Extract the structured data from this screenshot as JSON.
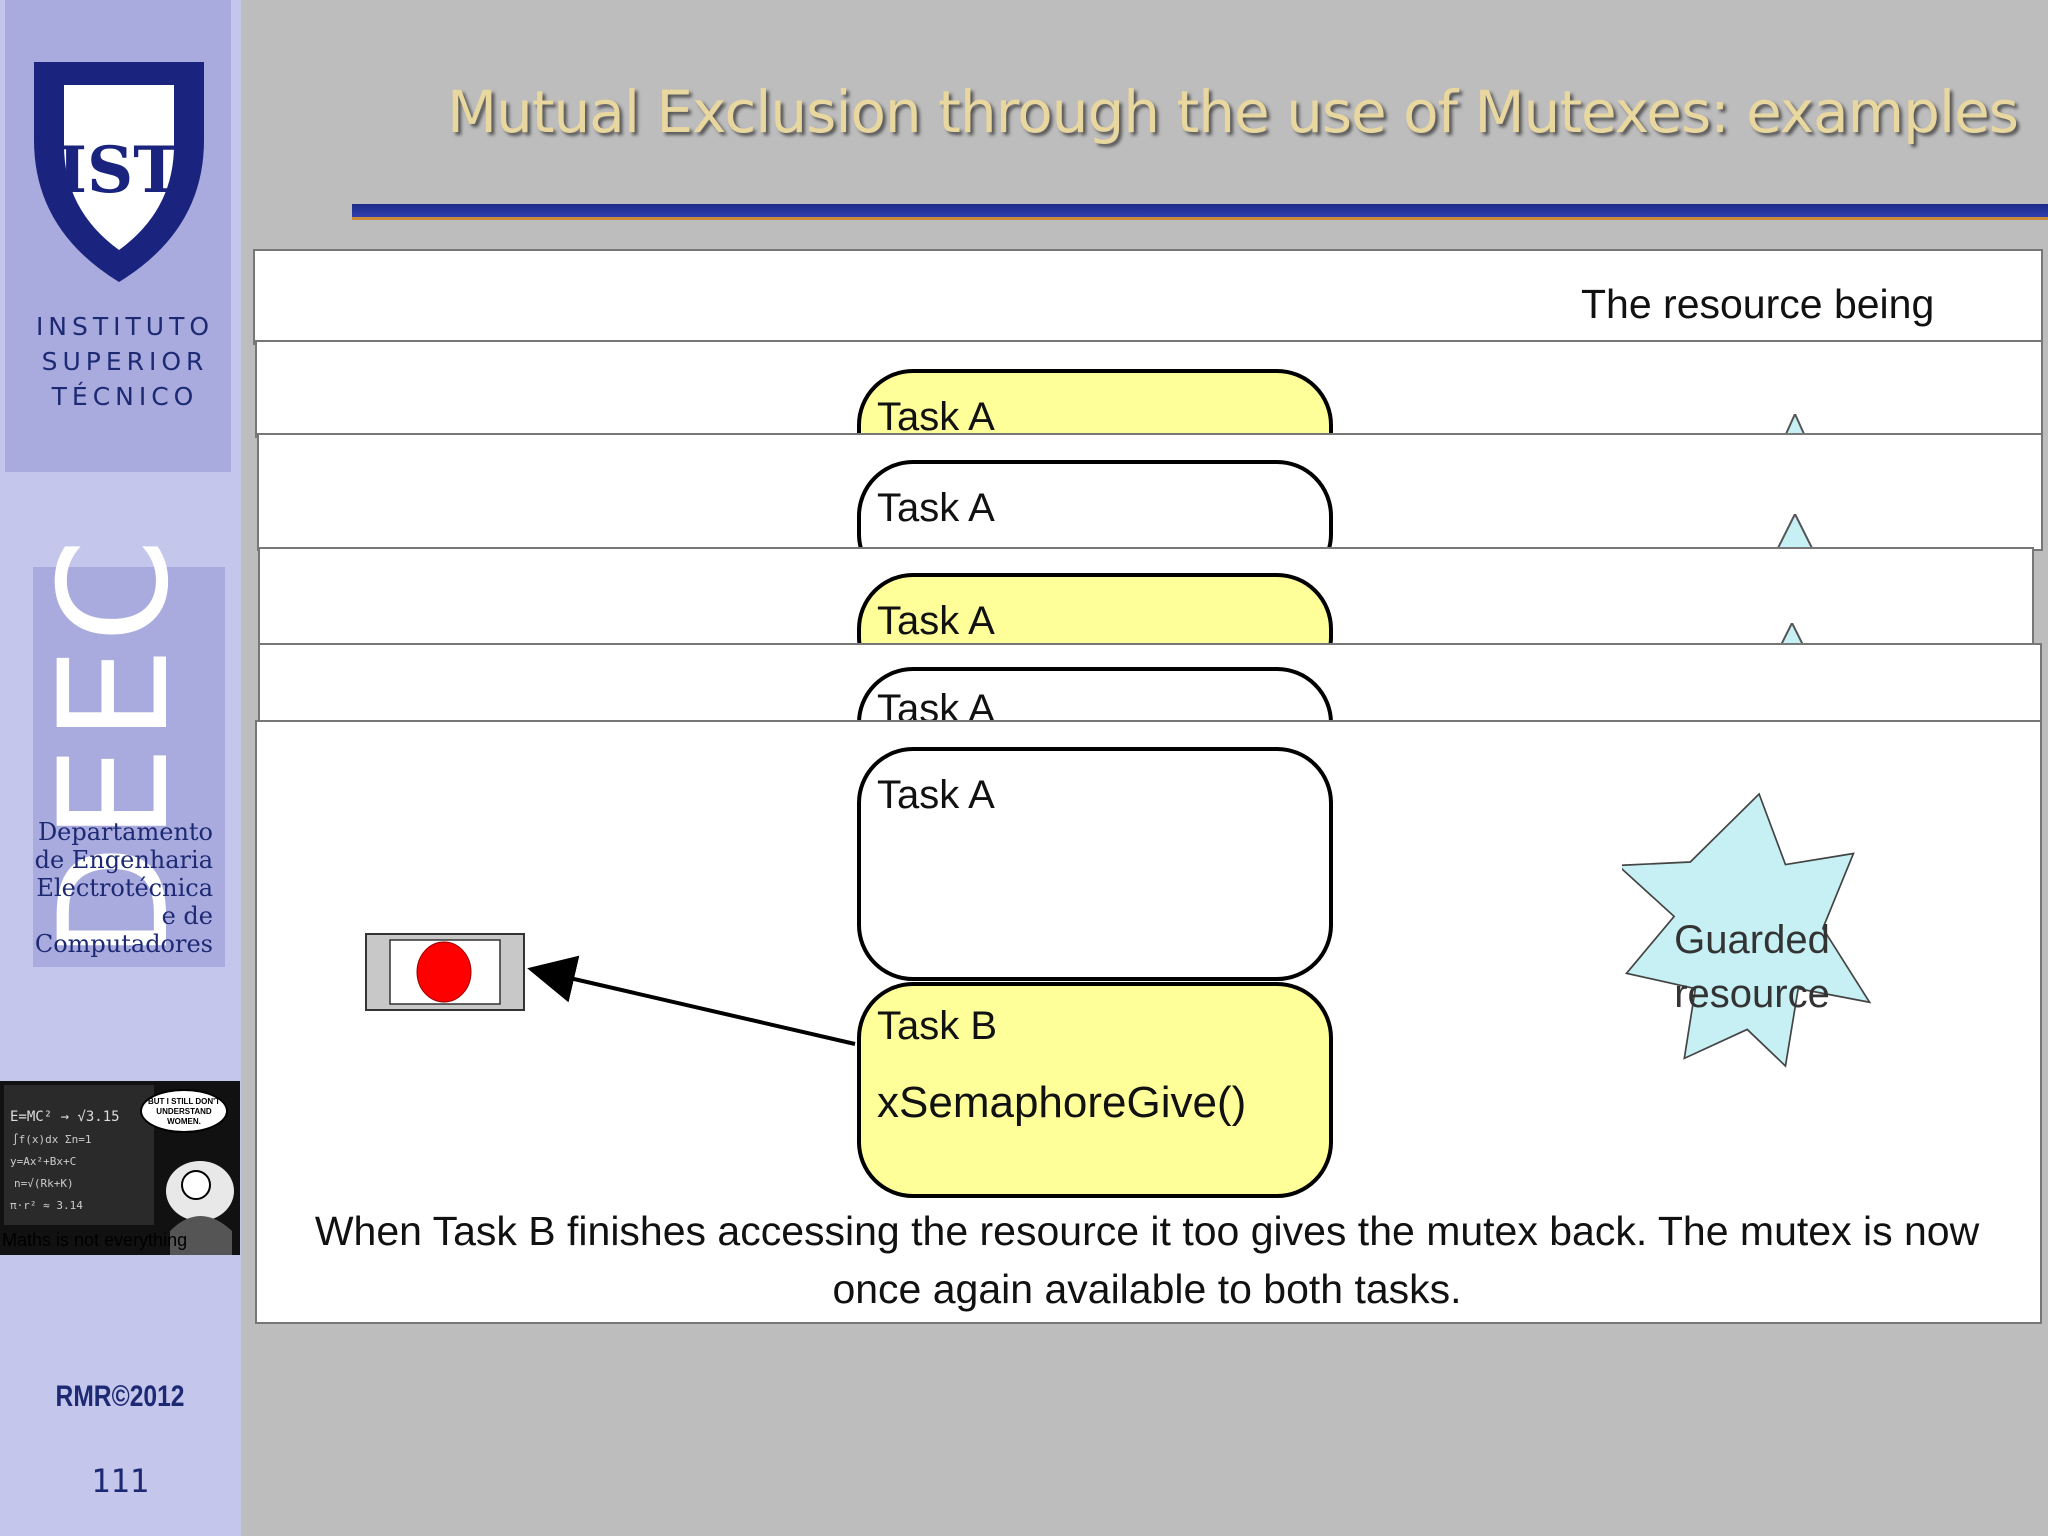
{
  "slide": {
    "title": "Mutual Exclusion through the use of Mutexes: examples",
    "copyright": "RMR©2012",
    "page_number": "111"
  },
  "sidebar": {
    "institute_lines": [
      "INSTITUTO",
      "SUPERIOR",
      "TÉCNICO"
    ],
    "logo_mark": "IST",
    "department_letters": "DEEC",
    "department_lines": [
      "Departamento",
      "de Engenharia",
      "Electrotécnica",
      "e de",
      "Computadores"
    ],
    "comic_caption": "Maths is not everything",
    "comic_bubble": "BUT I STILL DON'T UNDERSTAND WOMEN."
  },
  "diagram": {
    "header_text": "The resource being",
    "stacked_task_labels": [
      "Task A",
      "Task A",
      "Task A",
      "Task A"
    ],
    "task_a_label": "Task A",
    "task_b_label": "Task B",
    "task_b_call": "xSemaphoreGive()",
    "resource_line1": "Guarded",
    "resource_line2": "resource",
    "caption_line1": "When Task B finishes accessing the resource it too gives the mutex back.  The mutex is now",
    "caption_line2": "once again available to both tasks.",
    "colors": {
      "task_yellow": "#ffff99",
      "task_white": "#ffffff",
      "resource_fill": "#c6f0f4",
      "token_red": "#ff0000",
      "title_gold": "#e9d7a0",
      "navy": "#1d2a73"
    }
  }
}
